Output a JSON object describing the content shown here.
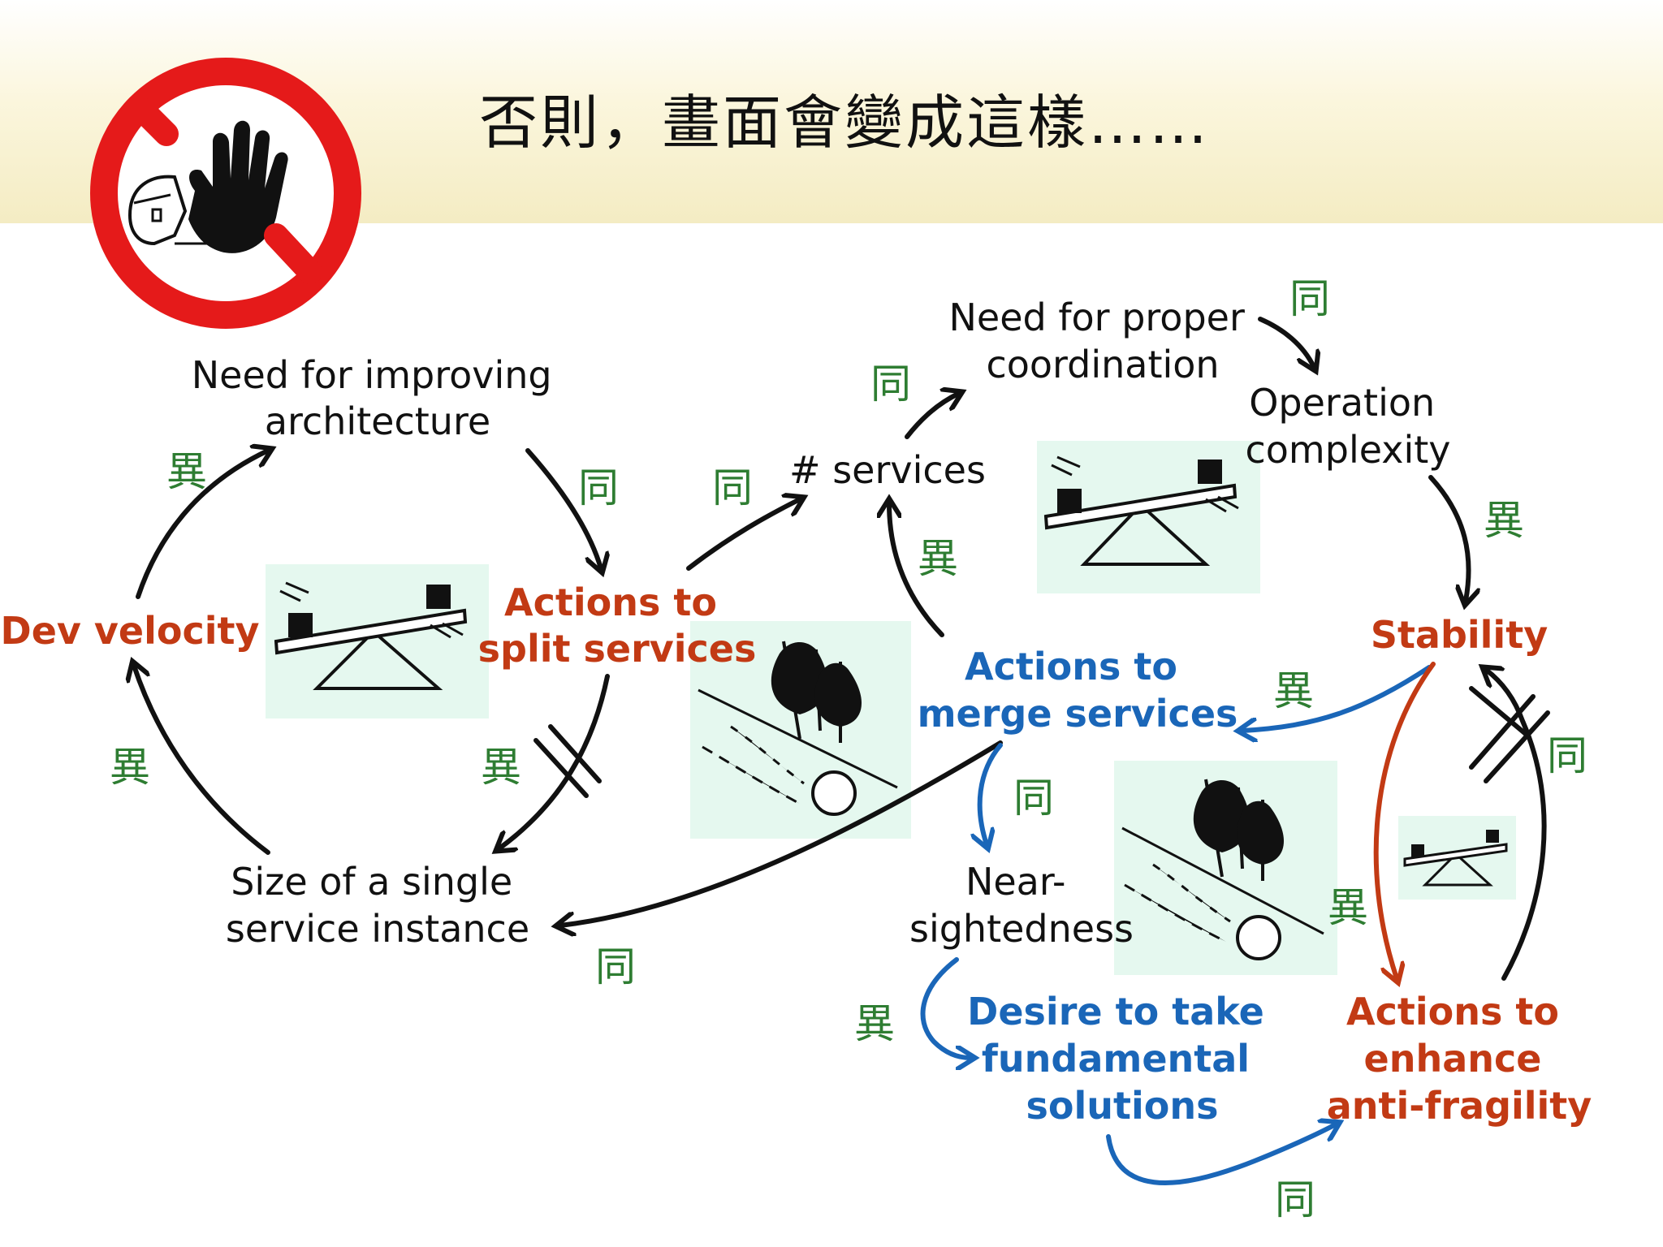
{
  "title": "否則，畫面會變成這樣……",
  "stop_icon": "stop-hand-icon",
  "nodes": {
    "need_improving_architecture": [
      "Need for improving",
      "architecture"
    ],
    "dev_velocity": [
      "Dev velocity"
    ],
    "actions_split_services": [
      "Actions to",
      "split services"
    ],
    "size_single_instance": [
      "Size of a single",
      "service instance"
    ],
    "num_services": [
      "# services"
    ],
    "need_proper_coordination": [
      "Need for proper",
      "coordination"
    ],
    "operation_complexity": [
      "Operation",
      "complexity"
    ],
    "stability": [
      "Stability"
    ],
    "actions_merge_services": [
      "Actions to",
      "merge services"
    ],
    "near_sightedness": [
      "Near-",
      "sightedness"
    ],
    "desire_fundamental_solutions": [
      "Desire to take",
      "fundamental",
      "solutions"
    ],
    "actions_enhance_antifragility": [
      "Actions to",
      "enhance",
      "anti-fragility"
    ]
  },
  "link_labels": {
    "same": "同",
    "opposite": "異"
  },
  "colors": {
    "red": "#c23a14",
    "blue": "#1a66b8",
    "green": "#2e7d32",
    "panel": "#e5f8ef"
  },
  "icons": {
    "balance": "balance-seesaw-icon",
    "snowball": "snowball-slope-icon"
  }
}
